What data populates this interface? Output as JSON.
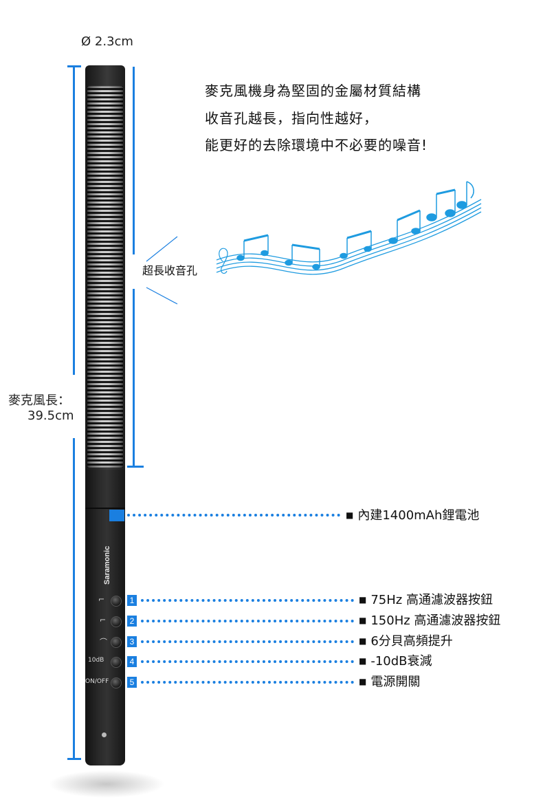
{
  "diameter_label": "Ø 2.3cm",
  "length_label": {
    "line1": "麥克風長：",
    "line2": "39.5cm"
  },
  "headline": [
    "麥克風機身為堅固的金屬材質結構",
    "收音孔越長，指向性越好，",
    "能更好的去除環境中不必要的噪音!"
  ],
  "long_pickup_label": "超長收音孔",
  "brand": "Saramonic",
  "battery_feature": "內建1400mAh鋰電池",
  "buttons": [
    {
      "number": "1",
      "icon": "⌐",
      "label": "75Hz 高通濾波器按鈕"
    },
    {
      "number": "2",
      "icon": "⌐",
      "label": "150Hz 高通濾波器按鈕"
    },
    {
      "number": "3",
      "icon": "⌒",
      "label": "6分貝高頻提升"
    },
    {
      "number": "4",
      "icon": "10dB",
      "label": "-10dB衰減"
    },
    {
      "number": "5",
      "icon": "ON/OFF",
      "label": "電源開關"
    }
  ],
  "colors": {
    "accent_blue": "#1a7fe0",
    "note_blue": "#1e9be0",
    "mic_black": "#1c1c1c"
  }
}
